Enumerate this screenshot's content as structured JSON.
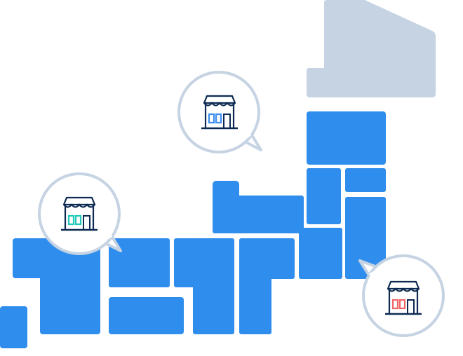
{
  "colors": {
    "region_fill": "#2f8ded",
    "hokkaido_fill": "#c5d3e3",
    "bubble_stroke": "#c5d3e3",
    "store_outline": "#0d2a52",
    "store_window_blue": "#3b8ff0",
    "store_window_teal": "#20c9b7",
    "store_window_red": "#f0656a"
  },
  "markers": [
    {
      "id": "store-marker-chubu",
      "icon": "store-icon",
      "window_color": "blue"
    },
    {
      "id": "store-marker-kyushu",
      "icon": "store-icon",
      "window_color": "teal"
    },
    {
      "id": "store-marker-kanto",
      "icon": "store-icon",
      "window_color": "red"
    }
  ]
}
